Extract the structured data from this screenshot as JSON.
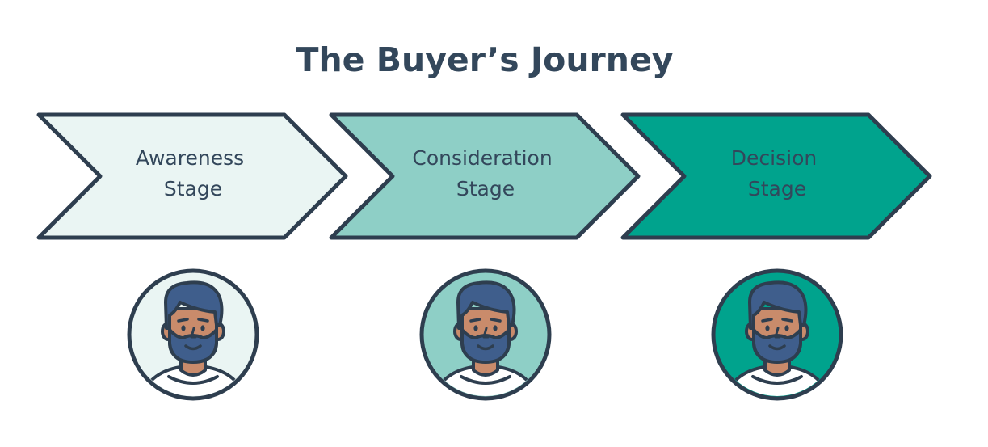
{
  "title": "The Buyer’s Journey",
  "stages": [
    {
      "line1": "Awareness",
      "line2": "Stage",
      "fill": "#eaf5f3"
    },
    {
      "line1": "Consideration",
      "line2": "Stage",
      "fill": "#8ecfc6"
    },
    {
      "line1": "Decision",
      "line2": "Stage",
      "fill": "#00a38d"
    }
  ],
  "colors": {
    "outline": "#2e3e4f",
    "text": "#33475b",
    "hair": "#3f5e8c",
    "hair_dark": "#2e3e4f",
    "skin": "#c98b6b",
    "shirt": "#ffffff"
  },
  "icons": [
    "buyer-avatar-icon",
    "buyer-avatar-icon",
    "buyer-avatar-icon"
  ]
}
